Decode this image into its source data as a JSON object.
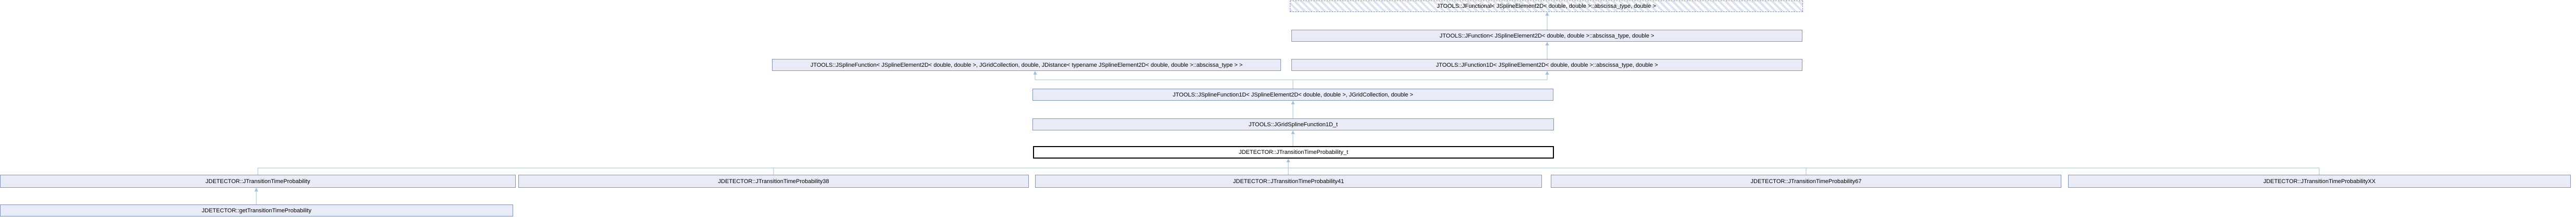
{
  "diagram_type": "class-inheritance-graph",
  "colors": {
    "node_fill": "#e9ecf6",
    "node_border": "#7e91c2",
    "hatch_stripe": "#dde2f1",
    "current_node_border": "#000000",
    "current_node_fill": "#ffffff",
    "edge": "#9cc2dc",
    "text": "#000000",
    "background": "#ffffff"
  },
  "nodes": [
    {
      "label": "JTOOLS::JFunctional< JSplineElement2D< double, double >::abscissa_type, double >",
      "style": "dashed"
    },
    {
      "label": "JTOOLS::JFunction< JSplineElement2D< double, double >::abscissa_type, double >",
      "style": "default"
    },
    {
      "label": "JTOOLS::JSplineFunction< JSplineElement2D< double, double >, JGridCollection, double, JDistance< typename JSplineElement2D< double, double >::abscissa_type > >",
      "style": "default"
    },
    {
      "label": "JTOOLS::JFunction1D< JSplineElement2D< double, double >::abscissa_type, double >",
      "style": "default"
    },
    {
      "label": "JTOOLS::JSplineFunction1D< JSplineElement2D< double, double >, JGridCollection, double >",
      "style": "default"
    },
    {
      "label": "JTOOLS::JGridSplineFunction1D_t",
      "style": "default"
    },
    {
      "label": "JDETECTOR::JTransitionTimeProbability_t",
      "style": "highlighted-current"
    },
    {
      "label": "JDETECTOR::JTransitionTimeProbability",
      "style": "default"
    },
    {
      "label": "JDETECTOR::JTransitionTimeProbability38",
      "style": "default"
    },
    {
      "label": "JDETECTOR::JTransitionTimeProbability41",
      "style": "default"
    },
    {
      "label": "JDETECTOR::JTransitionTimeProbability67",
      "style": "default"
    },
    {
      "label": "JDETECTOR::JTransitionTimeProbabilityXX",
      "style": "default"
    },
    {
      "label": "JDETECTOR::getTransitionTimeProbability",
      "style": "default"
    }
  ]
}
